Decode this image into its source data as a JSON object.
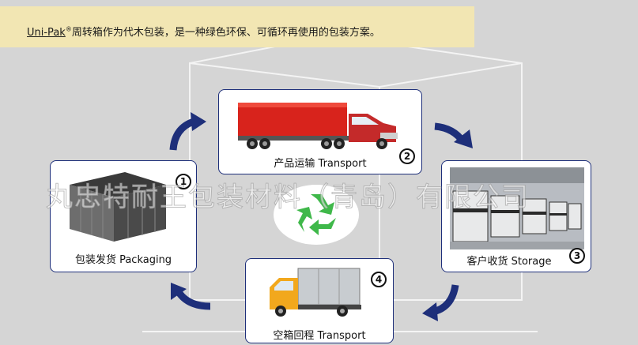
{
  "banner": {
    "brand": "Uni-Pak",
    "registered": "®",
    "text": "周转箱作为代木包装，是一种绿色环保、可循环再使用的包装方案。"
  },
  "steps": [
    {
      "label": "产品运输  Transport",
      "number": "2"
    },
    {
      "label": "客户收货  Storage",
      "number": "3"
    },
    {
      "label": "空箱回程  Transport",
      "number": "4"
    },
    {
      "label": "包装发货  Packaging",
      "number": "1"
    }
  ],
  "watermark": "丸忠特耐王包装材料（青岛）有限公司",
  "colors": {
    "accent": "#1e2f7a",
    "recycle": "#3fb84a",
    "truck_red": "#d8231c",
    "truck_yellow": "#f2a81d"
  }
}
